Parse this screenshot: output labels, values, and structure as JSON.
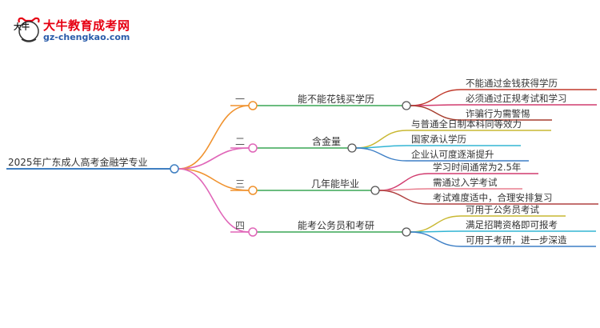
{
  "logo": {
    "title": "大牛教育成考网",
    "url": "gz-chengkao.com",
    "mark_text": "大牛",
    "colors": {
      "title": "#e60012",
      "url": "#2a5caa"
    }
  },
  "mindmap": {
    "root": {
      "label": "2025年广东成人高考金融学专业",
      "color": "#3f7fc1"
    },
    "branches": [
      {
        "number": "一",
        "label": "能不能花钱买学历",
        "color": "#f0922e",
        "children": [
          {
            "label": "不能通过金钱获得学历",
            "color": "#c0392b"
          },
          {
            "label": "必须通过正规考试和学习",
            "color": "#d13b6e"
          },
          {
            "label": "诈骗行为需警惕",
            "color": "#a63d2e"
          }
        ]
      },
      {
        "number": "二",
        "label": "含金量",
        "color": "#e066b8",
        "children": [
          {
            "label": "与普通全日制本科同等效力",
            "color": "#c9b832"
          },
          {
            "label": "国家承认学历",
            "color": "#33b5d4"
          },
          {
            "label": "企业认可度逐渐提升",
            "color": "#3d7fc6"
          }
        ]
      },
      {
        "number": "三",
        "label": "几年能毕业",
        "color": "#f0922e",
        "children": [
          {
            "label": "学习时间通常为2.5年",
            "color": "#d13b6e"
          },
          {
            "label": "需通过入学考试",
            "color": "#e87f8f"
          },
          {
            "label": "考试难度适中，合理安排复习",
            "color": "#b04040"
          }
        ]
      },
      {
        "number": "四",
        "label": "能考公务员和考研",
        "color": "#e066b8",
        "children": [
          {
            "label": "可用于公务员考试",
            "color": "#c9b832"
          },
          {
            "label": "满足招聘资格即可报考",
            "color": "#33b5d4"
          },
          {
            "label": "可用于考研，进一步深造",
            "color": "#3d7fc6"
          }
        ]
      }
    ]
  }
}
